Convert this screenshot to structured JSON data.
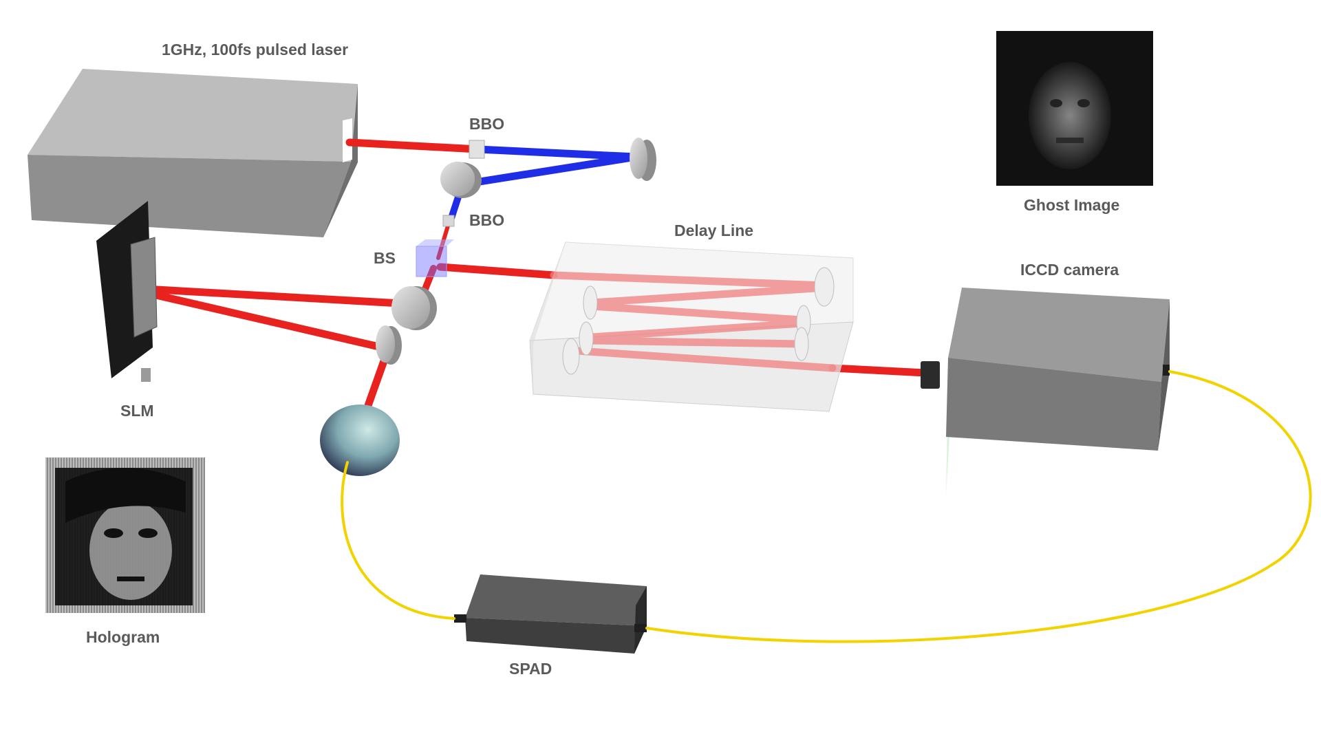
{
  "labels": {
    "laser": "1GHz, 100fs  pulsed laser",
    "bbo_top": "BBO",
    "bbo_bottom": "BBO",
    "bs": "BS",
    "delay_line": "Delay Line",
    "iccd": "ICCD camera",
    "ghost_image": "Ghost Image",
    "slm": "SLM",
    "hologram": "Hologram",
    "spad": "SPAD"
  },
  "colors": {
    "red_beam": "#e8231f",
    "blue_beam": "#1f2ee6",
    "fiber": "#f2d300",
    "laser_box": "#8f8f8f",
    "camera_box": "#7a7a7a",
    "spad_box": "#4a4a4a",
    "filter": "#7ccf7c",
    "beamsplitter": "#6d6dff"
  }
}
